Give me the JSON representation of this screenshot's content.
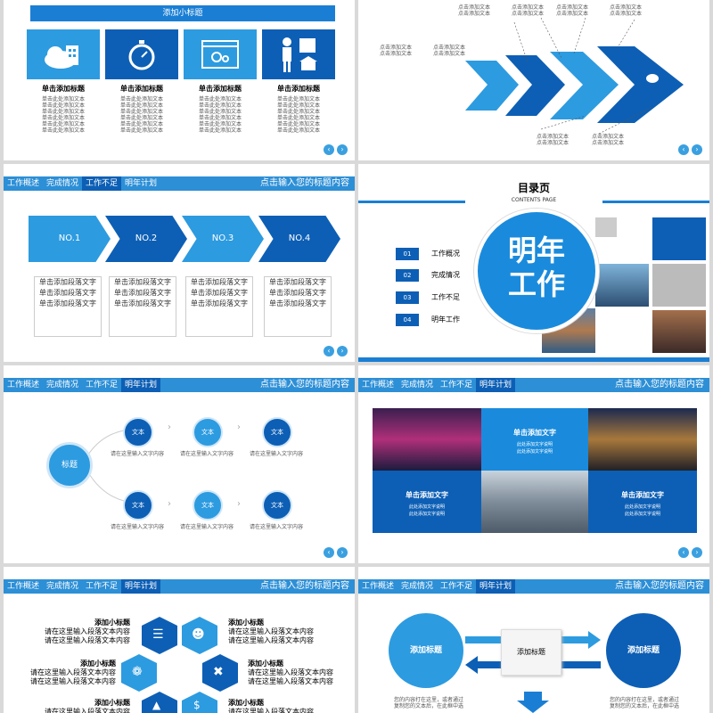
{
  "tabs": [
    "工作概述",
    "完成情况",
    "工作不足",
    "明年计划"
  ],
  "title_input": "点击输入您的标题内容",
  "nav": {
    "prev": "‹",
    "next": "›"
  },
  "s1": {
    "header": "添加小标题",
    "items": [
      {
        "title": "单击添加标题",
        "lines": [
          "单击此处添加文本",
          "单击此处添加文本",
          "单击此处添加文本",
          "单击此处添加文本",
          "单击此处添加文本",
          "单击此处添加文本"
        ]
      },
      {
        "title": "单击添加标题",
        "lines": [
          "单击此处添加文本",
          "单击此处添加文本",
          "单击此处添加文本",
          "单击此处添加文本",
          "单击此处添加文本",
          "单击此处添加文本"
        ]
      },
      {
        "title": "单击添加标题",
        "lines": [
          "单击此处添加文本",
          "单击此处添加文本",
          "单击此处添加文本",
          "单击此处添加文本",
          "单击此处添加文本",
          "单击此处添加文本"
        ]
      },
      {
        "title": "单击添加标题",
        "lines": [
          "单击此处添加文本",
          "单击此处添加文本",
          "单击此处添加文本",
          "单击此处添加文本",
          "单击此处添加文本",
          "单击此处添加文本"
        ]
      }
    ]
  },
  "s2": {
    "text": "点击添加文本"
  },
  "s3": {
    "items": [
      "NO.1",
      "NO.2",
      "NO.3",
      "NO.4"
    ],
    "para": "单击添加段落文字"
  },
  "s4": {
    "title": "目录页",
    "subtitle": "CONTENTS   PAGE",
    "big1": "明年",
    "big2": "工作",
    "items": [
      {
        "num": "01",
        "label": "工作概况"
      },
      {
        "num": "02",
        "label": "完成情况"
      },
      {
        "num": "03",
        "label": "工作不足"
      },
      {
        "num": "04",
        "label": "明年工作"
      }
    ]
  },
  "s5": {
    "center": "标题",
    "node": "文本",
    "desc": "请在这里输入文字内容"
  },
  "s6": {
    "title": "单击添加文字",
    "sub1": "此处添加文字说明",
    "sub2": "此处添加文字说明"
  },
  "s7": {
    "title": "添加小标题",
    "line1": "请在这里输入段落文本内容",
    "line2": "请在这里输入段落文本内容"
  },
  "s8": {
    "left": "添加标题",
    "mid": "添加标题",
    "right": "添加标题",
    "desc": "您的内容打在这里，或者通过复制您的文本后，在此框中选"
  }
}
